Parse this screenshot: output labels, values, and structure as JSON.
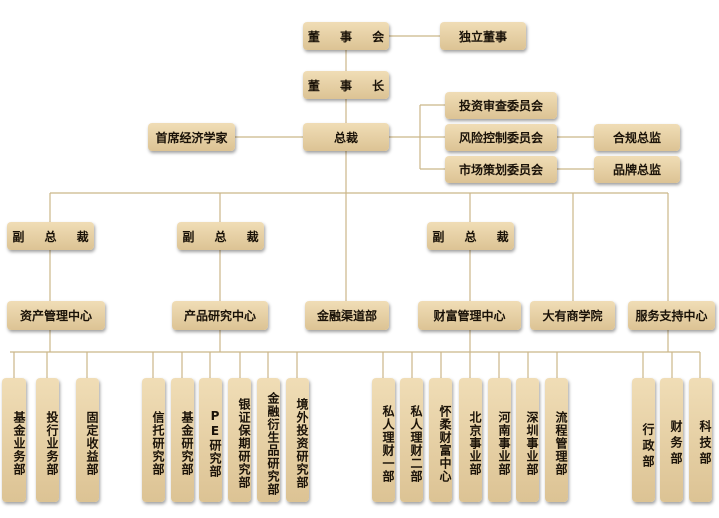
{
  "colors": {
    "box_fill": "#e6d0a6",
    "line": "#cbb689",
    "text": "#1a1208"
  },
  "top": {
    "board": "董 事 会",
    "independent_director": "独立董事",
    "chairman": "董 事 长",
    "chief_economist": "首席经济学家",
    "ceo": "总裁"
  },
  "committees": {
    "investment_review": "投资审查委员会",
    "risk_control": "风险控制委员会",
    "marketing_planning": "市场策划委员会",
    "compliance_director": "合规总监",
    "brand_director": "品牌总监"
  },
  "vps": {
    "vp1": "副 总 裁",
    "vp2": "副 总 裁",
    "vp3": "副 总 裁"
  },
  "centers": {
    "asset_mgmt": "资产管理中心",
    "product_research": "产品研究中心",
    "financial_channel": "金融渠道部",
    "wealth_mgmt": "财富管理中心",
    "dayou_academy": "大有商学院",
    "service_support": "服务支持中心"
  },
  "depts": {
    "fund_business": "基金业务部",
    "investment_banking": "投行业务部",
    "fixed_income": "固定收益部",
    "trust_research": "信托研究部",
    "fund_research": "基金研究部",
    "pe_research": "PE研究部",
    "bank_insurance_futures": "银证保期研究部",
    "derivatives_research": "金融衍生品研究部",
    "overseas_research": "境外投资研究部",
    "private_wealth_1": "私人理财一部",
    "private_wealth_2": "私人理财二部",
    "huairou_center": "怀柔财富中心",
    "beijing_business": "北京事业部",
    "henan_business": "河南事业部",
    "shenzhen_business": "深圳事业部",
    "process_mgmt": "流程管理部",
    "admin": "行政部",
    "finance": "财务部",
    "technology": "科技部"
  }
}
